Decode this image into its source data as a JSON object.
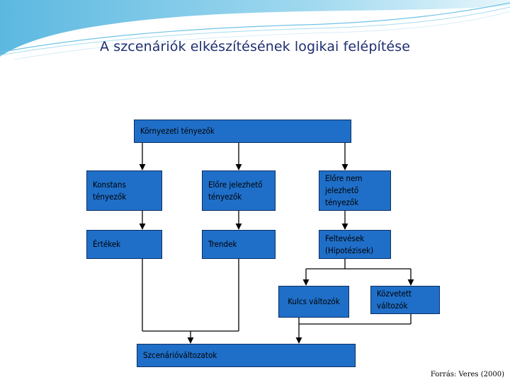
{
  "title": "A szcenáriók elkészítésének logikai felépítése",
  "boxes": {
    "environmental": "Környezeti tényezők",
    "constant": "Konstans\ntényezők",
    "predictable": "Előre jelezhető\ntényezők",
    "unpredictable": "Előre nem\njelezhető\ntényezők",
    "values": "Értékek",
    "trends": "Trendek",
    "hypotheses": "Feltevések\n(Hipotézisek)",
    "key_variables": "Kulcs változók",
    "indirect_variables": "Közvetett\nváltozók",
    "scenario_variants": "Szcenárióváltozatok"
  },
  "source": "Forrás: Veres (2000)",
  "colors": {
    "box_fill": "#1f6fc8",
    "box_border": "#0b2f63",
    "title": "#1f2d6e",
    "connector": "#000000"
  }
}
